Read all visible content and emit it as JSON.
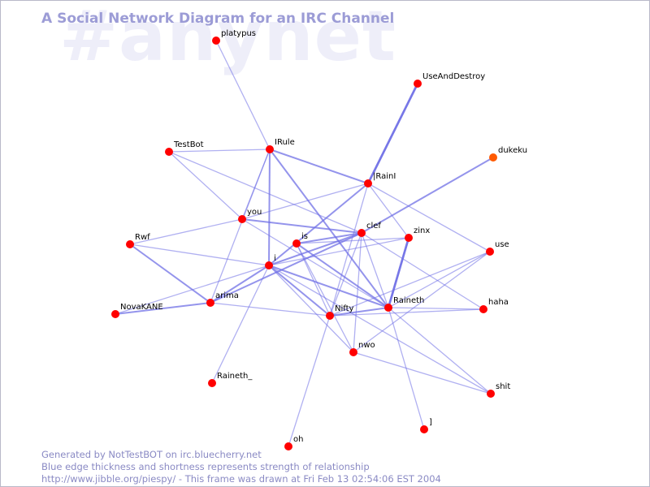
{
  "watermark": "#anynet",
  "title": "A Social Network Diagram for an IRC Channel",
  "colors": {
    "node": "#ff0000",
    "node_highlight": "#ff5a00",
    "edge": "#7070e6",
    "title": "#9c9cd6",
    "watermark": "#eeeef9"
  },
  "footer": {
    "line1": "Generated by NotTestBOT on irc.bluecherry.net",
    "line2": "Blue edge thickness and shortness represents strength of relationship",
    "line3": "http://www.jibble.org/piespy/ - This frame was drawn at Fri Feb 13 02:54:06 EST 2004"
  },
  "nodes": [
    {
      "id": "platypus",
      "label": "platypus"
    },
    {
      "id": "UseAndDestroy",
      "label": "UseAndDestroy"
    },
    {
      "id": "TestBot",
      "label": "TestBot"
    },
    {
      "id": "IRule",
      "label": "IRule"
    },
    {
      "id": "dukeku",
      "label": "dukeku",
      "highlight": true
    },
    {
      "id": "IRainI",
      "label": "|RainI"
    },
    {
      "id": "you",
      "label": "you"
    },
    {
      "id": "clef",
      "label": "clef"
    },
    {
      "id": "zinx",
      "label": "zinx"
    },
    {
      "id": "Rwf",
      "label": "Rwf"
    },
    {
      "id": "is",
      "label": "is"
    },
    {
      "id": "use",
      "label": "use"
    },
    {
      "id": "i",
      "label": "i"
    },
    {
      "id": "arima",
      "label": "arima"
    },
    {
      "id": "haha",
      "label": "haha"
    },
    {
      "id": "Raineth",
      "label": "Raineth"
    },
    {
      "id": "NovaKANE",
      "label": "NovaKANE"
    },
    {
      "id": "Nifty",
      "label": "Nifty"
    },
    {
      "id": "nwo",
      "label": "nwo"
    },
    {
      "id": "Raineth_",
      "label": "Raineth_"
    },
    {
      "id": "shit",
      "label": "shit"
    },
    {
      "id": "bracket",
      "label": "]"
    },
    {
      "id": "oh",
      "label": "oh"
    }
  ],
  "edges": [
    {
      "from": "platypus",
      "to": "IRule",
      "weight": 1
    },
    {
      "from": "UseAndDestroy",
      "to": "IRainI",
      "weight": 3
    },
    {
      "from": "TestBot",
      "to": "IRule",
      "weight": 1
    },
    {
      "from": "TestBot",
      "to": "you",
      "weight": 1
    },
    {
      "from": "TestBot",
      "to": "clef",
      "weight": 1
    },
    {
      "from": "IRule",
      "to": "IRainI",
      "weight": 2
    },
    {
      "from": "IRule",
      "to": "i",
      "weight": 2
    },
    {
      "from": "IRule",
      "to": "Raineth",
      "weight": 2
    },
    {
      "from": "IRule",
      "to": "you",
      "weight": 1
    },
    {
      "from": "IRule",
      "to": "arima",
      "weight": 1
    },
    {
      "from": "dukeku",
      "to": "clef",
      "weight": 2
    },
    {
      "from": "IRainI",
      "to": "i",
      "weight": 2
    },
    {
      "from": "IRainI",
      "to": "zinx",
      "weight": 1
    },
    {
      "from": "IRainI",
      "to": "use",
      "weight": 1
    },
    {
      "from": "IRainI",
      "to": "Nifty",
      "weight": 1
    },
    {
      "from": "IRainI",
      "to": "you",
      "weight": 1
    },
    {
      "from": "you",
      "to": "clef",
      "weight": 2
    },
    {
      "from": "you",
      "to": "Rwf",
      "weight": 1
    },
    {
      "from": "you",
      "to": "Raineth",
      "weight": 1
    },
    {
      "from": "clef",
      "to": "is",
      "weight": 2
    },
    {
      "from": "clef",
      "to": "i",
      "weight": 2
    },
    {
      "from": "clef",
      "to": "arima",
      "weight": 2
    },
    {
      "from": "clef",
      "to": "Nifty",
      "weight": 1
    },
    {
      "from": "clef",
      "to": "nwo",
      "weight": 1
    },
    {
      "from": "clef",
      "to": "Raineth",
      "weight": 1
    },
    {
      "from": "clef",
      "to": "haha",
      "weight": 1
    },
    {
      "from": "zinx",
      "to": "Raineth",
      "weight": 3
    },
    {
      "from": "zinx",
      "to": "is",
      "weight": 1
    },
    {
      "from": "zinx",
      "to": "i",
      "weight": 1
    },
    {
      "from": "Rwf",
      "to": "i",
      "weight": 1
    },
    {
      "from": "Rwf",
      "to": "arima",
      "weight": 2
    },
    {
      "from": "is",
      "to": "Raineth",
      "weight": 2
    },
    {
      "from": "is",
      "to": "Nifty",
      "weight": 1
    },
    {
      "from": "is",
      "to": "nwo",
      "weight": 1
    },
    {
      "from": "i",
      "to": "Nifty",
      "weight": 2
    },
    {
      "from": "i",
      "to": "Raineth",
      "weight": 2
    },
    {
      "from": "i",
      "to": "arima",
      "weight": 2
    },
    {
      "from": "i",
      "to": "NovaKANE",
      "weight": 1
    },
    {
      "from": "i",
      "to": "Raineth_",
      "weight": 1
    },
    {
      "from": "i",
      "to": "nwo",
      "weight": 1
    },
    {
      "from": "i",
      "to": "shit",
      "weight": 1
    },
    {
      "from": "arima",
      "to": "NovaKANE",
      "weight": 2
    },
    {
      "from": "arima",
      "to": "Nifty",
      "weight": 1
    },
    {
      "from": "Raineth",
      "to": "Nifty",
      "weight": 2
    },
    {
      "from": "Raineth",
      "to": "haha",
      "weight": 1
    },
    {
      "from": "Raineth",
      "to": "bracket",
      "weight": 1
    },
    {
      "from": "Raineth",
      "to": "use",
      "weight": 1
    },
    {
      "from": "Raineth",
      "to": "shit",
      "weight": 1
    },
    {
      "from": "Nifty",
      "to": "oh",
      "weight": 1
    },
    {
      "from": "Nifty",
      "to": "use",
      "weight": 1
    },
    {
      "from": "Nifty",
      "to": "haha",
      "weight": 1
    },
    {
      "from": "nwo",
      "to": "use",
      "weight": 1
    },
    {
      "from": "nwo",
      "to": "shit",
      "weight": 1
    }
  ]
}
